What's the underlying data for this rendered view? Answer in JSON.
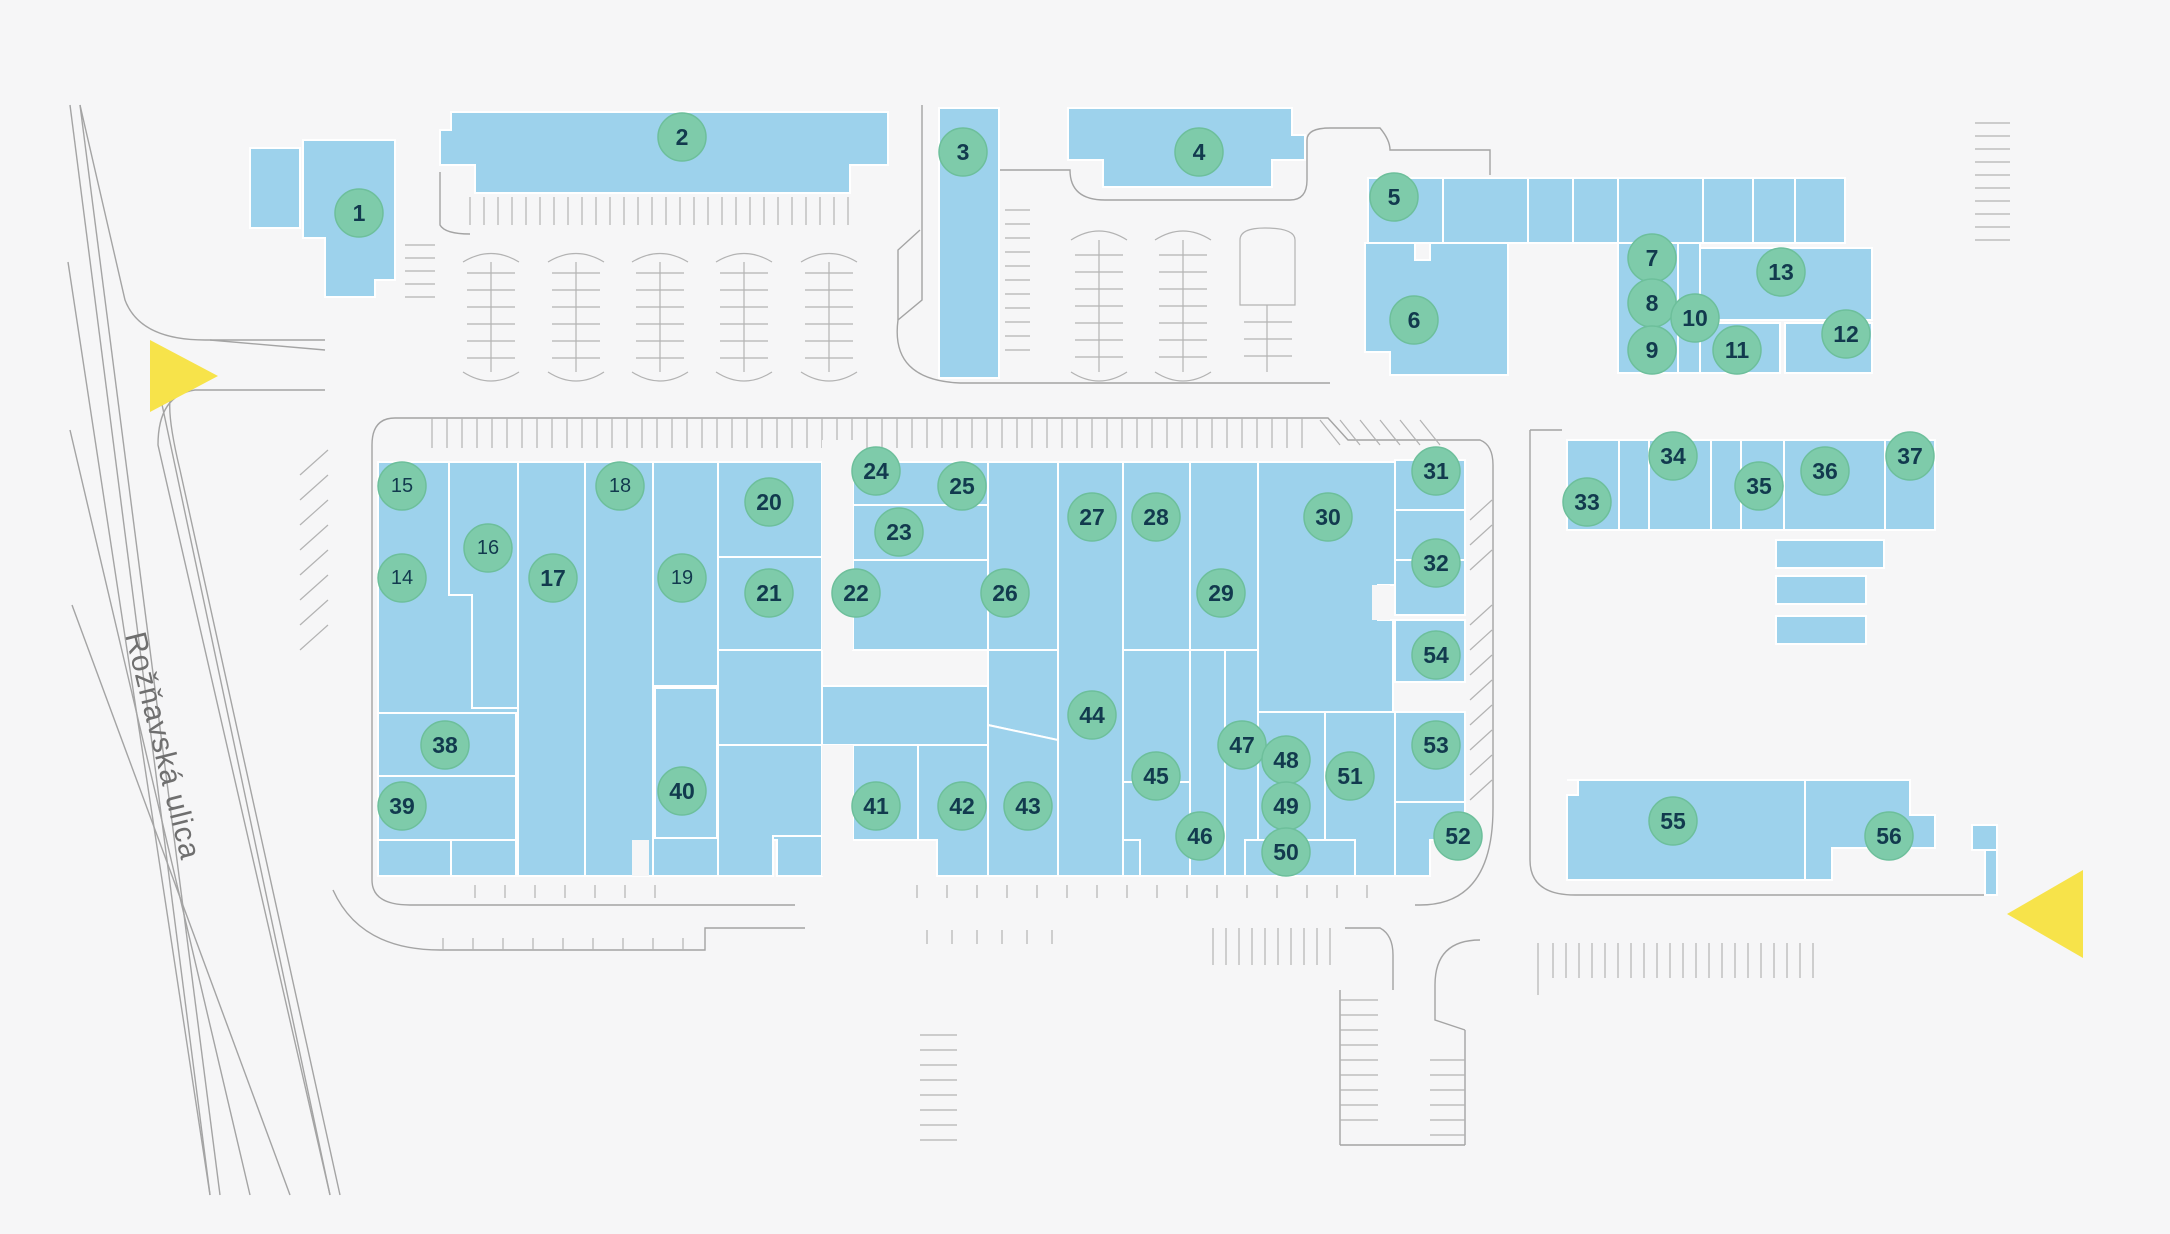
{
  "street_name": "Rožňavská ulica",
  "colors": {
    "background": "#f6f6f7",
    "building": "#9dd2ec",
    "marker": "#7ecbaa",
    "marker_text": "#123a4e",
    "entrance": "#f7e34a",
    "lines": "#a4a4a4"
  },
  "icons": {
    "entrance": "yellow-triangle-arrow"
  },
  "units": [
    "1",
    "2",
    "3",
    "4",
    "5",
    "6",
    "7",
    "8",
    "9",
    "10",
    "11",
    "12",
    "13",
    "14",
    "15",
    "16",
    "17",
    "18",
    "19",
    "20",
    "21",
    "22",
    "23",
    "24",
    "25",
    "26",
    "27",
    "28",
    "29",
    "30",
    "31",
    "32",
    "33",
    "34",
    "35",
    "36",
    "37",
    "38",
    "39",
    "40",
    "41",
    "42",
    "43",
    "44",
    "45",
    "46",
    "47",
    "48",
    "49",
    "50",
    "51",
    "52",
    "53",
    "54",
    "55",
    "56"
  ]
}
